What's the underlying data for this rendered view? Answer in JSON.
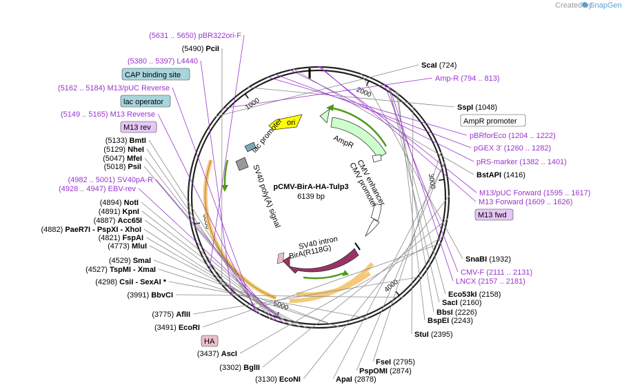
{
  "credit": {
    "text": "Created by",
    "brand": "SnapGene"
  },
  "plasmid": {
    "name": "pCMV-BirA-HA-Tulp3",
    "length_label": "6139 bp",
    "length": 6139
  },
  "colors": {
    "primer": "#9933cc",
    "ori": "#ffff00",
    "ampr": "#ccffcc",
    "birA": "#993366",
    "sv40pa": "#f5c97a",
    "boxed_blue": "#a8d4dc",
    "boxed_purple": "#e5c6f5",
    "boxed_pink": "#e8c0c8",
    "arrow_green": "#4c9a1a"
  },
  "ticks": [
    {
      "pos": 1000,
      "label": "1000"
    },
    {
      "pos": 2000,
      "label": "2000"
    },
    {
      "pos": 3000,
      "label": "3000"
    },
    {
      "pos": 4000,
      "label": "4000"
    },
    {
      "pos": 5000,
      "label": "5000"
    },
    {
      "pos": 6000,
      "label": "6000"
    }
  ],
  "enzymes_right": [
    {
      "name": "ScaI",
      "pos": "(724)",
      "site": 724
    },
    {
      "name": "SspI",
      "pos": "(1048)",
      "site": 1048
    },
    {
      "name": "BstAPI",
      "pos": "(1416)",
      "site": 1416
    },
    {
      "name": "SnaBI",
      "pos": "(1932)",
      "site": 1932
    },
    {
      "name": "Eco53kI",
      "pos": "(2158)",
      "site": 2158
    },
    {
      "name": "SacI",
      "pos": "(2160)",
      "site": 2160
    },
    {
      "name": "BbsI",
      "pos": "(2226)",
      "site": 2226
    },
    {
      "name": "BspEI",
      "pos": "(2243)",
      "site": 2243
    },
    {
      "name": "StuI",
      "pos": "(2395)",
      "site": 2395
    }
  ],
  "enzymes_bottom": [
    {
      "name": "FseI",
      "pos": "(2795)",
      "site": 2795
    },
    {
      "name": "PspOMI",
      "pos": "(2874)",
      "site": 2874
    },
    {
      "name": "ApaI",
      "pos": "(2878)",
      "site": 2878
    },
    {
      "name": "EcoNI",
      "pos": "(3130)",
      "site": 3130
    },
    {
      "name": "BglII",
      "pos": "(3302)",
      "site": 3302
    },
    {
      "name": "AscI",
      "pos": "(3437)",
      "site": 3437
    },
    {
      "name": "EcoRI",
      "pos": "(3491)",
      "site": 3491
    },
    {
      "name": "AflII",
      "pos": "(3775)",
      "site": 3775
    },
    {
      "name": "BbvCI",
      "pos": "(3991)",
      "site": 3991
    }
  ],
  "enzymes_left": [
    {
      "name": "CsiI",
      "name2": "SexAI *",
      "pos": "(4298)",
      "site": 4298
    },
    {
      "name": "TspMI",
      "name2": "XmaI",
      "pos": "(4527)",
      "site": 4527
    },
    {
      "name": "SmaI",
      "pos": "(4529)",
      "site": 4529
    },
    {
      "name": "MluI",
      "pos": "(4773)",
      "site": 4773
    },
    {
      "name": "FspAI",
      "pos": "(4821)",
      "site": 4821
    },
    {
      "name": "PaeR7I",
      "name2": "PspXI",
      "name3": "XhoI",
      "pos": "(4882)",
      "site": 4882
    },
    {
      "name": "Acc65I",
      "pos": "(4887)",
      "site": 4887
    },
    {
      "name": "KpnI",
      "pos": "(4891)",
      "site": 4891
    },
    {
      "name": "NotI",
      "pos": "(4894)",
      "site": 4894
    },
    {
      "name": "PsiI",
      "pos": "(5018)",
      "site": 5018
    },
    {
      "name": "MfeI",
      "pos": "(5047)",
      "site": 5047
    },
    {
      "name": "NheI",
      "pos": "(5129)",
      "site": 5129
    },
    {
      "name": "BmtI",
      "pos": "(5133)",
      "site": 5133
    },
    {
      "name": "PciI",
      "pos": "(5490)",
      "site": 5490
    }
  ],
  "primers": [
    {
      "name": "pBR322ori-F",
      "range": "(5631 .. 5650)"
    },
    {
      "name": "L4440",
      "range": "(5380 .. 5397)"
    },
    {
      "name": "M13/pUC Reverse",
      "range": "(5162 .. 5184)"
    },
    {
      "name": "M13 Reverse",
      "range": "(5149 .. 5165)"
    },
    {
      "name": "SV40pA-R",
      "range": "(4982 .. 5001)"
    },
    {
      "name": "EBV-rev",
      "range": "(4928 .. 4947)"
    },
    {
      "name": "Amp-R",
      "range": "(794 .. 813)"
    },
    {
      "name": "pBRforEco",
      "range": "(1204 .. 1222)"
    },
    {
      "name": "pGEX 3'",
      "range": "(1260 .. 1282)"
    },
    {
      "name": "pRS-marker",
      "range": "(1382 .. 1401)"
    },
    {
      "name": "M13/pUC Forward",
      "range": "(1595 .. 1617)"
    },
    {
      "name": "M13 Forward",
      "range": "(1609 .. 1626)"
    },
    {
      "name": "CMV-F",
      "range": "(2111 .. 2131)"
    },
    {
      "name": "LNCX",
      "range": "(2157 .. 2181)"
    }
  ],
  "boxed_labels": {
    "cap": "CAP binding site",
    "lac_operator": "lac operator",
    "m13_rev": "M13 rev",
    "ampr_promoter": "AmpR promoter",
    "m13_fwd": "M13 fwd",
    "ha": "HA"
  },
  "features": {
    "ori": "ori",
    "ampr": "AmpR",
    "lac_promoter": "lac promoter",
    "sv40_polya": "SV40 poly(A) signal",
    "cmv_enhancer": "CMV enhancer",
    "cmv_promoter": "CMV promoter",
    "sv40_intron": "SV40 intron",
    "birA": "BirA(R118G)"
  }
}
